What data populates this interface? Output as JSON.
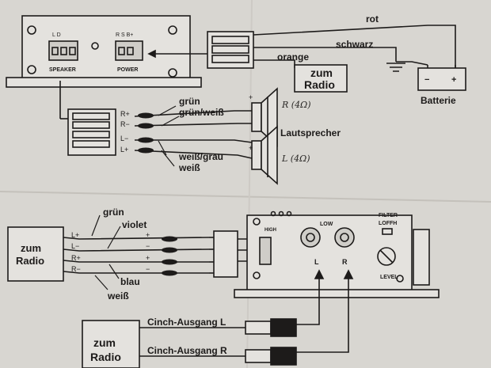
{
  "colors": {
    "paper": "#dedcd8",
    "ink": "#1d1b1a",
    "fold": "#c9c6c1"
  },
  "amp": {
    "speaker_pins": "L   D",
    "power_pins": "R  S  B+",
    "speaker_label": "SPEAKER",
    "power_label": "POWER"
  },
  "power": {
    "rot": "rot",
    "schwarz": "schwarz",
    "orange": "orange",
    "zum": "zum",
    "radio": "Radio",
    "batterie": "Batterie",
    "batt_minus": "−",
    "batt_plus": "+"
  },
  "speakers": {
    "r_plus": "R+",
    "r_minus": "R−",
    "l_minus": "L−",
    "l_plus": "L+",
    "wire_gruen": "grün",
    "wire_gruen_weiss": "grün/weiß",
    "wire_weiss_grau": "weiß/grau",
    "wire_weiss": "weiß",
    "lautsprecher": "Lautsprecher",
    "right_note": "R (4Ω)",
    "left_note": "L (4Ω)",
    "plus": "+"
  },
  "radio_block": {
    "zum": "zum",
    "radio": "Radio",
    "pins": [
      "L+",
      "L−",
      "R+",
      "R−"
    ],
    "wire_gruen": "grün",
    "wire_violet": "violet",
    "wire_blau": "blau",
    "wire_weiss": "weiß",
    "polarity": [
      "+",
      "−",
      "+",
      "−"
    ]
  },
  "sub": {
    "high": "HIGH",
    "low": "LOW",
    "filter": "FILTER",
    "loffh": "LOFFH",
    "level": "LEVEL",
    "l": "L",
    "r": "R"
  },
  "cinch": {
    "zum": "zum",
    "radio": "Radio",
    "out_l": "Cinch-Ausgang L",
    "out_r": "Cinch-Ausgang R"
  }
}
